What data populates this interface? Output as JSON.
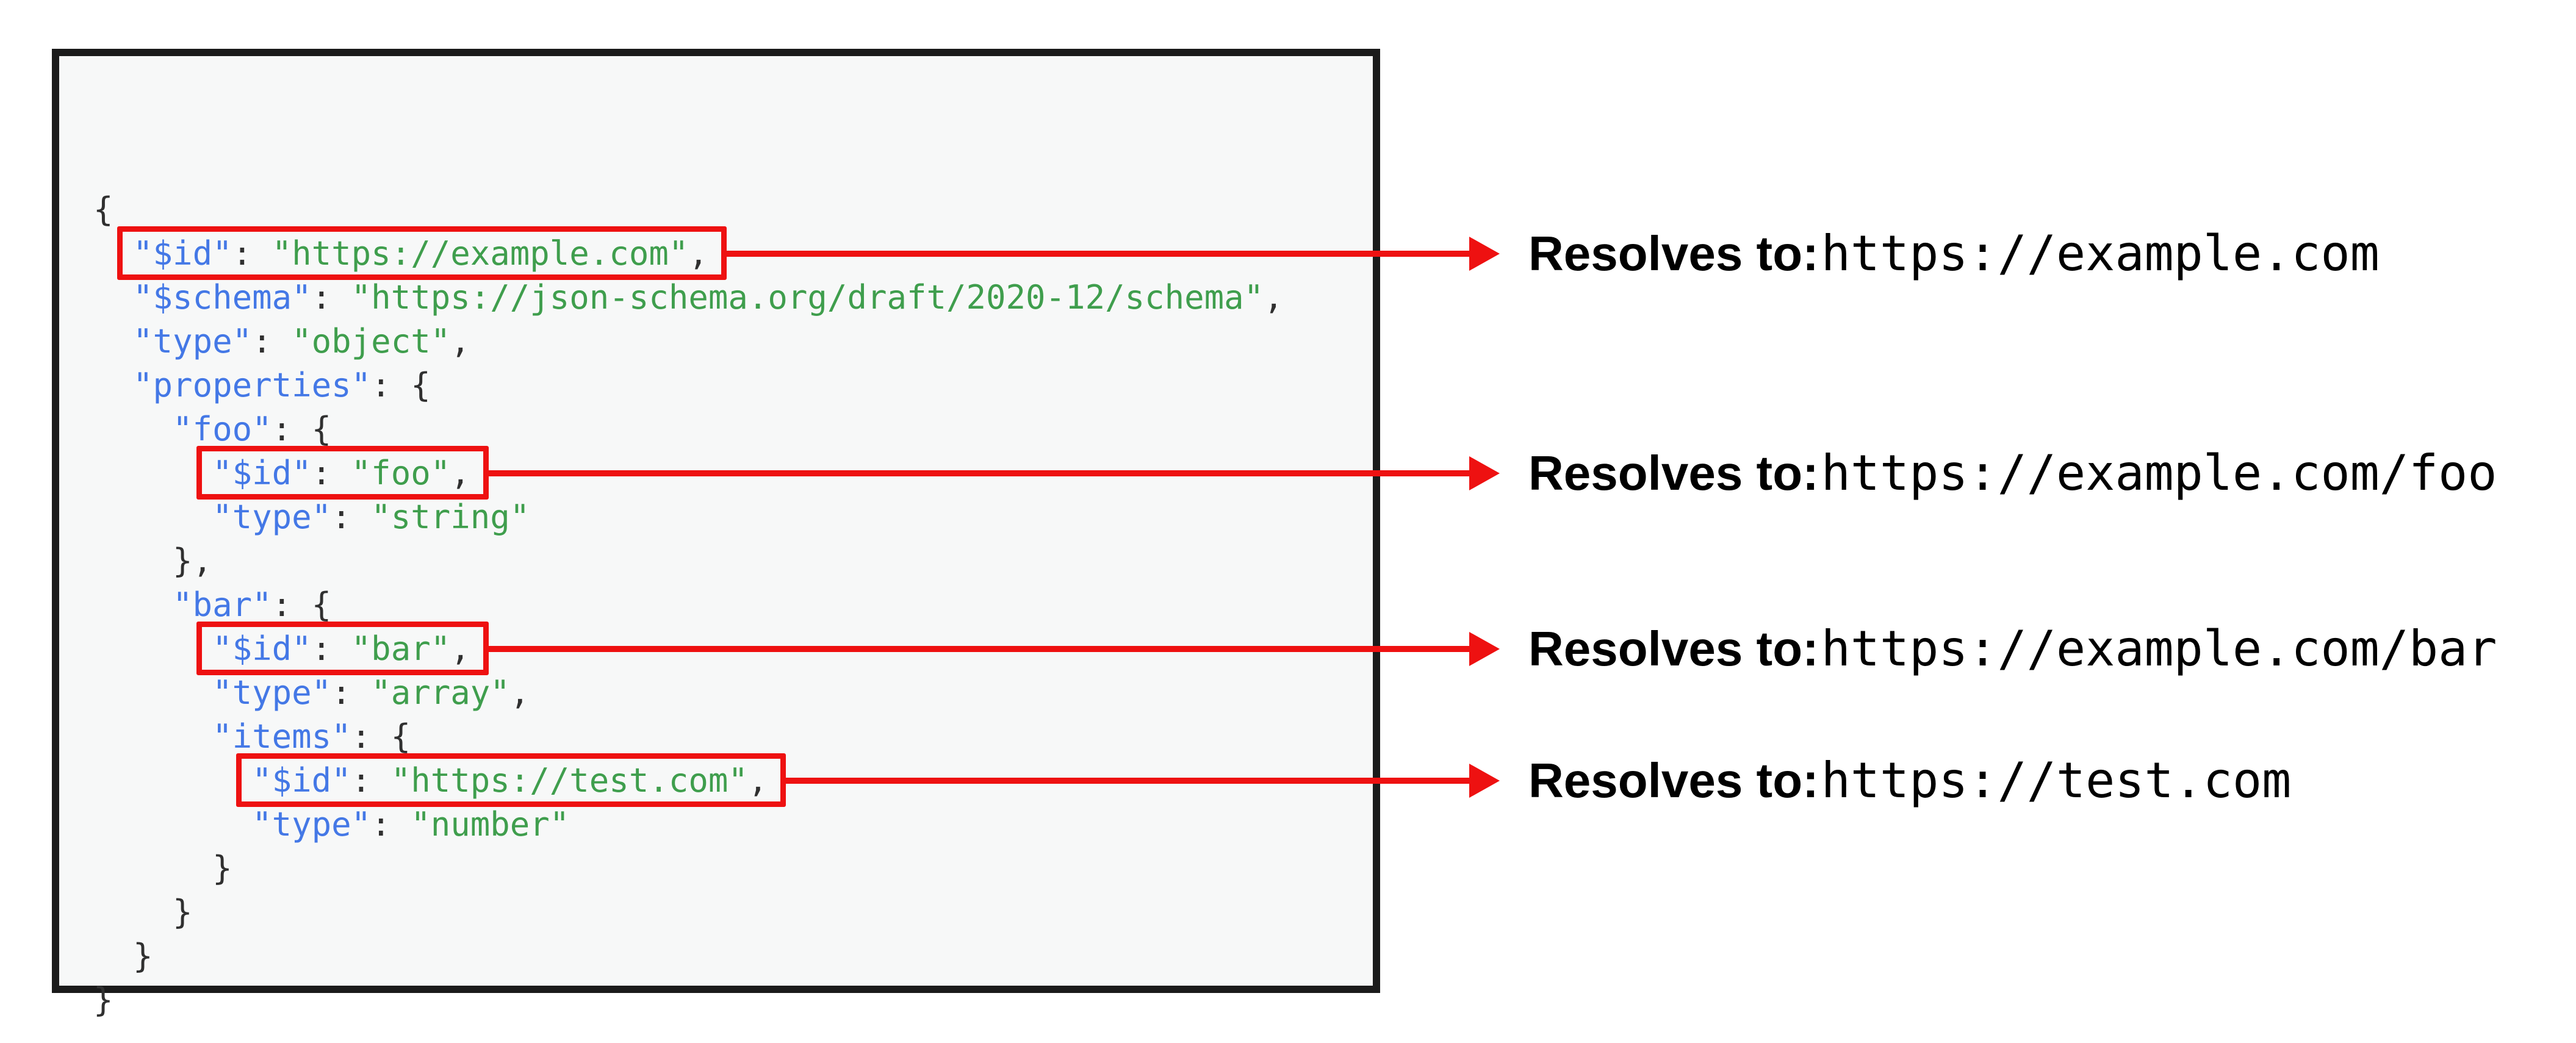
{
  "colors": {
    "key_blue": "#4478e6",
    "string_green": "#3f9e4d",
    "punctuation": "#303030",
    "highlight_red": "#ee1111",
    "box_border": "#1b1b1b",
    "code_background": "#f7f8f8",
    "page_background": "#ffffff",
    "label_text": "#000000"
  },
  "code": {
    "language": "json",
    "lines": [
      {
        "indent": 0,
        "tokens": [
          [
            "p",
            "{"
          ]
        ]
      },
      {
        "indent": 2,
        "highlight": 0,
        "tokens": [
          [
            "k",
            "\"$id\""
          ],
          [
            "p",
            ": "
          ],
          [
            "s",
            "\"https://example.com\""
          ],
          [
            "p",
            ","
          ]
        ]
      },
      {
        "indent": 2,
        "tokens": [
          [
            "k",
            "\"$schema\""
          ],
          [
            "p",
            ": "
          ],
          [
            "s",
            "\"https://json-schema.org/draft/2020-12/schema\""
          ],
          [
            "p",
            ","
          ]
        ]
      },
      {
        "indent": 2,
        "tokens": [
          [
            "k",
            "\"type\""
          ],
          [
            "p",
            ": "
          ],
          [
            "s",
            "\"object\""
          ],
          [
            "p",
            ","
          ]
        ]
      },
      {
        "indent": 2,
        "tokens": [
          [
            "k",
            "\"properties\""
          ],
          [
            "p",
            ": {"
          ]
        ]
      },
      {
        "indent": 4,
        "tokens": [
          [
            "k",
            "\"foo\""
          ],
          [
            "p",
            ": {"
          ]
        ]
      },
      {
        "indent": 6,
        "highlight": 1,
        "tokens": [
          [
            "k",
            "\"$id\""
          ],
          [
            "p",
            ": "
          ],
          [
            "s",
            "\"foo\""
          ],
          [
            "p",
            ","
          ]
        ]
      },
      {
        "indent": 6,
        "tokens": [
          [
            "k",
            "\"type\""
          ],
          [
            "p",
            ": "
          ],
          [
            "s",
            "\"string\""
          ]
        ]
      },
      {
        "indent": 4,
        "tokens": [
          [
            "p",
            "},"
          ]
        ]
      },
      {
        "indent": 4,
        "tokens": [
          [
            "k",
            "\"bar\""
          ],
          [
            "p",
            ": {"
          ]
        ]
      },
      {
        "indent": 6,
        "highlight": 2,
        "tokens": [
          [
            "k",
            "\"$id\""
          ],
          [
            "p",
            ": "
          ],
          [
            "s",
            "\"bar\""
          ],
          [
            "p",
            ","
          ]
        ]
      },
      {
        "indent": 6,
        "tokens": [
          [
            "k",
            "\"type\""
          ],
          [
            "p",
            ": "
          ],
          [
            "s",
            "\"array\""
          ],
          [
            "p",
            ","
          ]
        ]
      },
      {
        "indent": 6,
        "tokens": [
          [
            "k",
            "\"items\""
          ],
          [
            "p",
            ": {"
          ]
        ]
      },
      {
        "indent": 8,
        "highlight": 3,
        "tokens": [
          [
            "k",
            "\"$id\""
          ],
          [
            "p",
            ": "
          ],
          [
            "s",
            "\"https://test.com\""
          ],
          [
            "p",
            ","
          ]
        ]
      },
      {
        "indent": 8,
        "tokens": [
          [
            "k",
            "\"type\""
          ],
          [
            "p",
            ": "
          ],
          [
            "s",
            "\"number\""
          ]
        ]
      },
      {
        "indent": 6,
        "tokens": [
          [
            "p",
            "}"
          ]
        ]
      },
      {
        "indent": 4,
        "tokens": [
          [
            "p",
            "}"
          ]
        ]
      },
      {
        "indent": 2,
        "tokens": [
          [
            "p",
            "}"
          ]
        ]
      },
      {
        "indent": 0,
        "tokens": [
          [
            "p",
            "}"
          ]
        ]
      }
    ]
  },
  "annotations": [
    {
      "prefix": "Resolves to:",
      "url": "https://example.com"
    },
    {
      "prefix": "Resolves to:",
      "url": "https://example.com/foo"
    },
    {
      "prefix": "Resolves to:",
      "url": "https://example.com/bar"
    },
    {
      "prefix": "Resolves to:",
      "url": "https://test.com"
    }
  ]
}
